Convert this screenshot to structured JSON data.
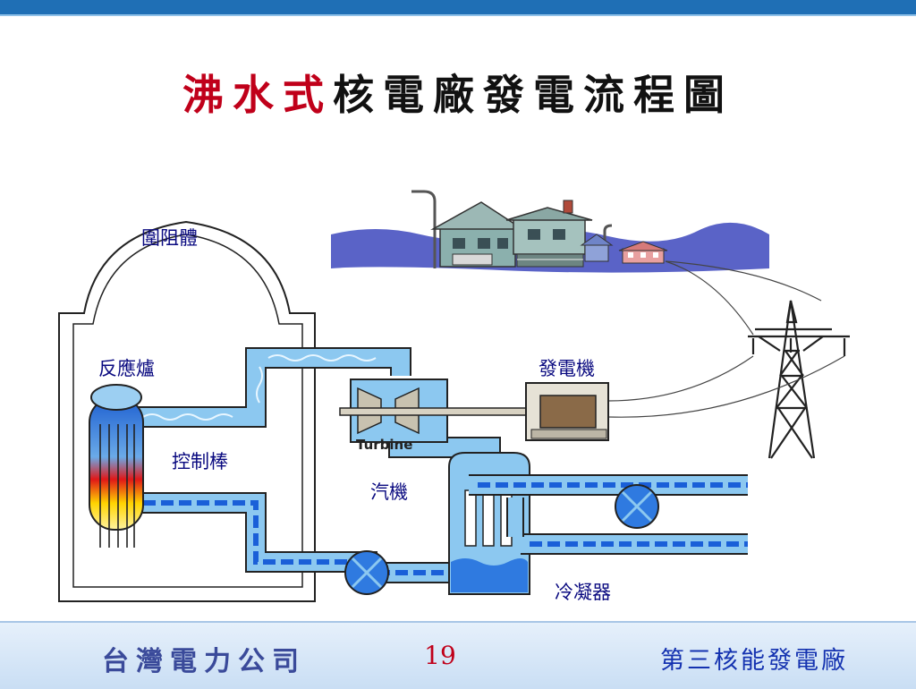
{
  "title": {
    "highlight": "沸水式",
    "rest": "核電廠發電流程圖"
  },
  "labels": {
    "containment": "圍阻體",
    "reactor": "反應爐",
    "control_rods": "控制棒",
    "turbine_text": "Turbine",
    "turbine": "汽機",
    "generator": "發電機",
    "condenser": "冷凝器"
  },
  "footer": {
    "company": "台灣電力公司",
    "page_number": "19",
    "plant_badge": "3",
    "plant_name": "第三核能發電廠"
  },
  "colors": {
    "pipe_water": "#1a5fd8",
    "pipe_steam": "#8cc8f0",
    "accent_red": "#c0001a",
    "top_bar": "#1f6fb5"
  }
}
